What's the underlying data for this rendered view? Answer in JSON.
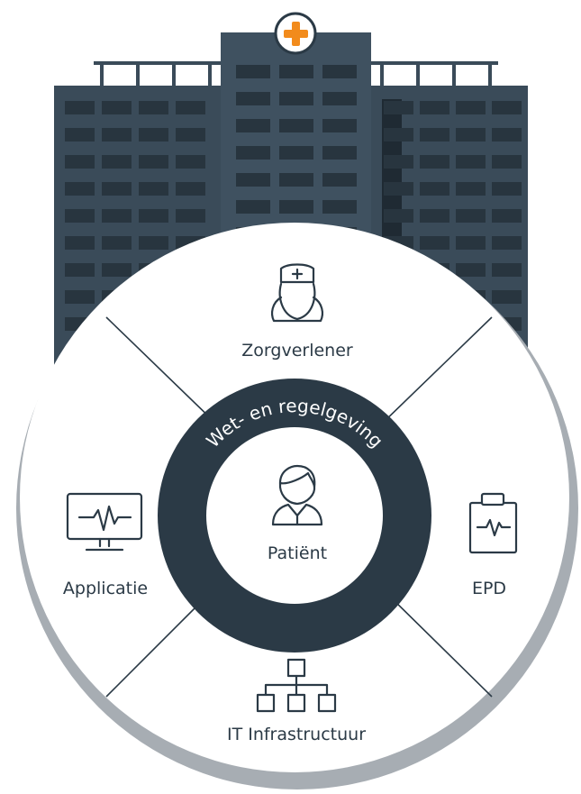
{
  "center": {
    "label": "Patiënt",
    "icon": "patient-icon"
  },
  "ring": {
    "label": "Wet- en regelgeving"
  },
  "segments": {
    "top": {
      "label": "Zorgverlener",
      "icon": "nurse-icon"
    },
    "left": {
      "label": "Applicatie",
      "icon": "monitor-heartbeat-icon"
    },
    "right": {
      "label": "EPD",
      "icon": "clipboard-heartbeat-icon"
    },
    "bottom": {
      "label": "IT Infrastructuur",
      "icon": "network-hierarchy-icon"
    }
  },
  "building": {
    "icon": "hospital-cross-icon"
  },
  "colors": {
    "building": "#3a4b59",
    "window": "#28353f",
    "ring": "#2b3a46",
    "outer_rim": "#a7adb3",
    "accent": "#f28b1c",
    "line": "#2b3a46",
    "background": "#ffffff"
  }
}
